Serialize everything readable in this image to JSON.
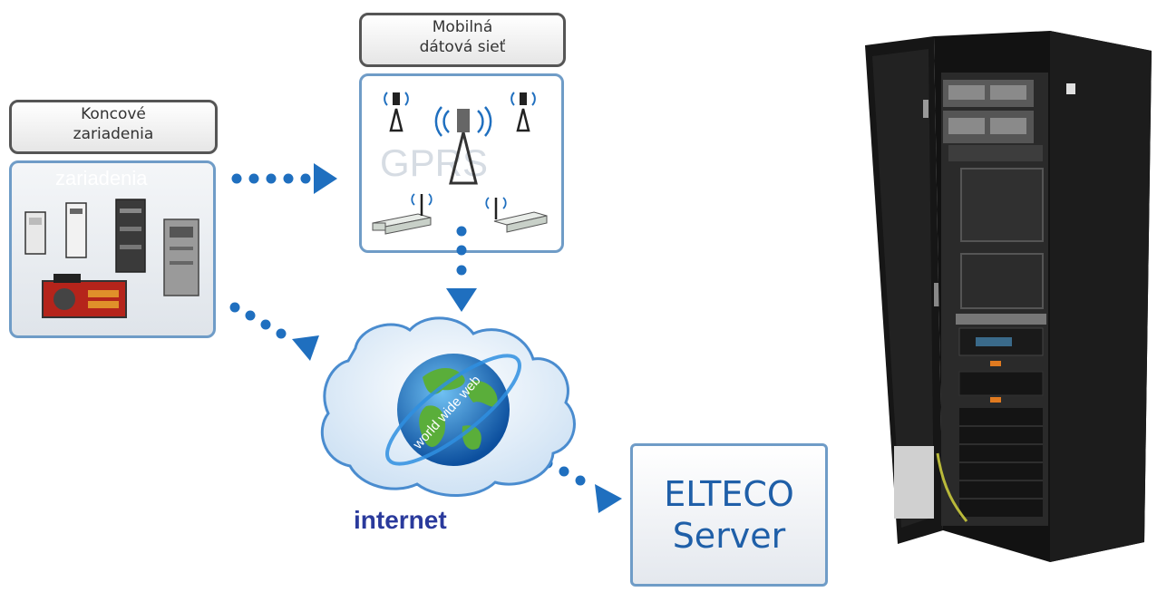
{
  "labels": {
    "koncove": "Koncové\nzariadenia",
    "mobilna": "Mobilná\ndátová sieť",
    "ghost_zariadenia": "zariadenia",
    "ghost_gprs": "GPRS",
    "internet": "internet",
    "www": "world wide web",
    "server": "ELTECO\nServer"
  },
  "colors": {
    "arrow": "#1f6fbf",
    "panel_border": "#6f9cc7",
    "server_text": "#1f5fa8",
    "internet_text": "#2a3a9c",
    "rack": "#1a1a1a"
  },
  "icons": [
    "antenna-tower-icon",
    "modem-icon",
    "device-cabinet-icon",
    "camera-icon",
    "globe-icon",
    "server-rack-icon"
  ]
}
